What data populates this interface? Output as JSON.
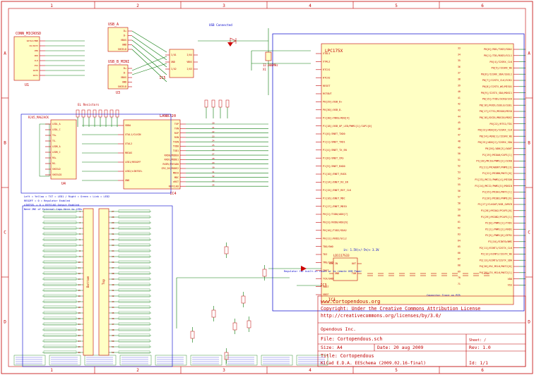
{
  "frame": {
    "col_numbers": [
      "1",
      "2",
      "3",
      "4",
      "5",
      "6"
    ],
    "row_letters": [
      "A",
      "B",
      "C",
      "D"
    ]
  },
  "colors": {
    "wire": "#0a7a0a",
    "border": "#c00000",
    "part_outline": "#c00000",
    "part_fill": "#ffffc4",
    "pin_text": "#c00000",
    "net_label": "#0000cc",
    "bus_box": "#0000cc",
    "title_text": "#c00000"
  },
  "parts": {
    "sd": {
      "title": "CONN_MICROSD",
      "ref": "U1",
      "pins": [
        "DATA2/ENB",
        "CD/DAT3",
        "CMD",
        "VDD",
        "CLK",
        "VSS",
        "DAT0",
        "DAT1"
      ]
    },
    "usb_a": {
      "title": "USB_A",
      "ref": "U2",
      "pins": [
        "D+",
        "D-",
        "VBUS",
        "GND",
        "SHIELD"
      ]
    },
    "usb_b": {
      "title": "USB_B_MINI",
      "ref": "U3",
      "pins": [
        "D+",
        "D-",
        "VBUS",
        "GND",
        "SHIELD"
      ]
    },
    "usb_power": {
      "label": "USB Connected"
    },
    "crystal": {
      "label": "12.000MHz",
      "ref": "X1"
    },
    "lpc": {
      "title": "LPC175X",
      "ref": "IC1",
      "left_pins": [
        "XTAL1",
        "XTAL2",
        "RTCX1",
        "RTCX2",
        "RESET",
        "RSTOUT",
        "P0[29]/USB_D+",
        "P0[30]/USB_D-",
        "P1[30]/VBUS/AD0[4]",
        "P1[18]/USB_UP_LED/PWM1[1]/CAP1[0]",
        "P1[0]/ENET_TXD0",
        "P1[1]/ENET_TXD1",
        "P1[4]/ENET_TX_EN",
        "P1[8]/ENET_CRS",
        "P1[9]/ENET_RXD0",
        "P1[10]/ENET_RXD1",
        "P1[14]/ENET_RX_ER",
        "P1[15]/ENET_REF_CLK",
        "P1[16]/ENET_MDC",
        "P1[17]/ENET_MDIO",
        "P0[2]/TXD0/AD0[7]",
        "P0[3]/RXD0/AD0[6]",
        "P0[10]/TXD2/SDA2",
        "P0[11]/RXD2/SCL2",
        "TDO/SWO",
        "TDI",
        "TMS/SWDIO",
        "TRST",
        "TCK/SWDCLK",
        "VBAT",
        "VREF"
      ],
      "right_pins": [
        "P0[0]/RD1/TXD3/SDA1",
        "P0[1]/TD1/RXD3/SCL1",
        "P0[4]/I2SRX_CLK",
        "P0[5]/I2SRX_WS",
        "P0[6]/I2SRX_SDA/SSEL1",
        "P0[7]/I2STX_CLK/SCK1",
        "P0[8]/I2STX_WS/MISO1",
        "P0[9]/I2STX_SDA/MOSI1",
        "P0[15]/TXD1/SCK0/SCK",
        "P0[16]/RXD1/SSEL0/SSEL",
        "P0[17]/CTS1/MISO0/MISO",
        "P0[18]/DCD1/MOSI0/MOSI",
        "P0[22]/RTS1/TD1",
        "P0[23]/AD0[0]/I2SRX_CLK",
        "P0[24]/AD0[1]/I2SRX_WS",
        "P0[25]/AD0[2]/I2SRX_SDA",
        "P0[26]/AD0[3]/AOUT",
        "P1[19]/MCOA0/CAP1[1]",
        "P1[20]/MCI0/PWM1[2]/SCK0",
        "P1[21]/MCABORT/PWM1[3]",
        "P1[22]/MCOB0/MAT1[0]",
        "P1[23]/MCI1/PWM1[4]/MISO0",
        "P1[24]/MCI2/PWM1[5]/MOSI0",
        "P1[25]/MCOA1/MAT1[1]",
        "P1[26]/MCOB1/PWM1[6]",
        "P1[27]/CLKOUT/USB_OVRCR",
        "P1[28]/MCOA2/PCAP1[0]",
        "P1[29]/MCOB2/PCAP1[1]",
        "P2[0]/PWM1[1]/TXD1",
        "P2[1]/PWM1[2]/RXD1",
        "P2[5]/PWM1[6]/DTR1",
        "P2[10]/EINT0/NMI",
        "P2[11]/EINT1/I2STX_CLK",
        "P2[12]/EINT2/I2STX_WS",
        "P2[13]/EINT3/I2STX_SDA",
        "P4[28]/RX_MCLK/MAT2[0]",
        "P4[29]/TX_MCLK/MAT2[1]",
        "VDD",
        "VSS"
      ]
    },
    "lan": {
      "title": "LAN8720",
      "ref": "IC4",
      "left_pins": [
        "VDDA",
        "XTAL1/CLKIN",
        "XTAL2",
        "RBIAS",
        "LED1/REGOFF",
        "LED2/nINTSEL",
        "GND"
      ],
      "right_pins": [
        "TXP",
        "TXN",
        "RXP",
        "RXN",
        "TXEN",
        "TXD0",
        "TXD1",
        "RXD0/MODE0",
        "RXD1/MODE1",
        "RXER/PHYAD0",
        "CRS_DV/MODE2",
        "MDIO",
        "MDC",
        "nRST",
        "REFCLKO"
      ]
    },
    "eth": {
      "title": "RJ45_MAGJACK",
      "ref": "U4",
      "pins": [
        "LEDL_A",
        "LEDL_C",
        "TX+",
        "TX-",
        "LEDR_A",
        "LEDR_C",
        "RX+",
        "RX-",
        "SHIELD",
        "SHIELD2"
      ]
    },
    "resistors": {
      "label": "EL Resistors"
    },
    "notes": [
      "Left = Yellow = TXT = LED1 / Right = Green = Link = LED2",
      "REGOFF = 0 = Regulator Enabled",
      "nINTSEL = 0 = REFCLKO Output Enabled",
      "Need 2NS of External Caps Here to LEDs"
    ],
    "headers": {
      "left_ref": "Bottom",
      "right_ref": "Top",
      "rows": 26
    },
    "regulator": {
      "title": "LD1117S33",
      "ref": "IC3",
      "label": "in: 1.5V(+/-5%)+ 3.3V",
      "diode_note": "Regulator for built-in reset or to remote USB Power",
      "cap_note": "Capacitor Trace on PCB"
    },
    "caps_row": {
      "count": 12
    }
  },
  "title_block": {
    "url": "www.Cortopendous.org",
    "copyright": "Copyright: Under the Creative Commons Attribution License",
    "license_url": "http://creativecommons.org/licenses/by/3.0/",
    "company": "Opendous Inc.",
    "file": "File: Cortopendous.sch",
    "sheet": "Sheet: /",
    "title": "Title: Cortopendous",
    "size": "Size: A4",
    "date": "Date: 20 aug 2009",
    "rev": "Rev: 1.0",
    "kicad": "KiCad E.D.A.  EESchema (2009.02.16-final)",
    "id": "Id: 1/1"
  }
}
